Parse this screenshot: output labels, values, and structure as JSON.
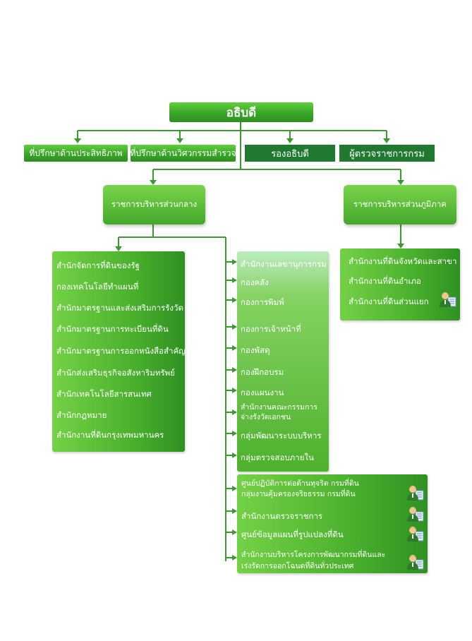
{
  "top": {
    "title": "อธิบดี"
  },
  "level2": [
    {
      "label": "ที่ปรึกษาด้านประสิทธิภาพ"
    },
    {
      "label": "ที่ปรึกษาด้านวิศวกรรมสำรวจ"
    },
    {
      "label": "รองอธิบดี"
    },
    {
      "label": "ผู้ตรวจราชการกรม"
    }
  ],
  "branches": {
    "central": "ราชการบริหารส่วนกลาง",
    "regional": "ราชการบริหารส่วนภูมิภาค"
  },
  "central_left": [
    "สำนักจัดการที่ดินของรัฐ",
    "กองเทคโนโลยีทำแผนที่",
    "สำนักมาตรฐานและส่งเสริมการรังวัด",
    "สำนักมาตรฐานการทะเบียนที่ดิน",
    "สำนักมาตรฐานการออกหนังสือสำคัญ",
    "สำนักส่งเสริมธุรกิจอสังหาริมทรัพย์",
    "สำนักเทคโนโลยีสารสนเทศ",
    "สำนักกฎหมาย",
    "สำนักงานที่ดินกรุงเทพมหานคร"
  ],
  "central_right": [
    "สำนักงานเลขานุการกรม",
    "กองคลัง",
    "กองการพิมพ์",
    "กองการเจ้าหน้าที่",
    "กองพัสดุ",
    "กองฝึกอบรม",
    "กองแผนงาน",
    "สำนักงานคณะกรรมการ จ่างรังวัดเอกชน",
    "กลุ่มพัฒนาระบบบริหาร",
    "กลุ่มตรวจสอบภายใน"
  ],
  "special_units": [
    {
      "line1": "ศูนย์ปฏิบัติการต่อต้านทุจริต กรมที่ดิน",
      "line2": "กลุ่มงานคุ้มครองจริยธรรม กรมที่ดิน",
      "icon": "user-document-icon"
    },
    {
      "line1": "สำนักงานตรวจราชการ",
      "line2": "",
      "icon": "user-document-icon"
    },
    {
      "line1": "ศูนย์ข้อมูลแผนที่รูปแปลงที่ดิน",
      "line2": "",
      "icon": "user-document-icon"
    },
    {
      "line1": "สำนักงานบริหารโครงการพัฒนากรมที่ดินและ",
      "line2": "เร่งรัดการออกโฉนดที่ดินทั่วประเทศ",
      "icon": "user-document-icon"
    }
  ],
  "regional_units": [
    {
      "label": "สำนักงานที่ดินจังหวัดและสาขา",
      "icon": ""
    },
    {
      "label": "สำนักงานที่ดินอำเภอ",
      "icon": ""
    },
    {
      "label": "สำนักงานที่ดินส่วนแยก",
      "icon": "user-document-icon"
    }
  ],
  "colors": {
    "line": "#3b9a2e",
    "green_bright": "#4cb42e",
    "green_dark": "#1f7a30",
    "text": "#ffffff"
  }
}
